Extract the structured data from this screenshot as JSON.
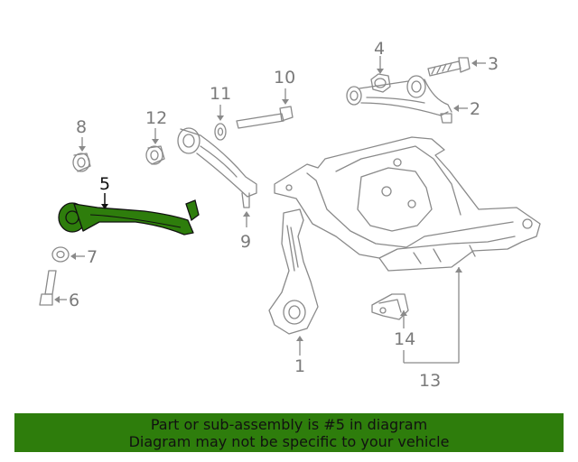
{
  "callouts": {
    "n1": "1",
    "n2": "2",
    "n3": "3",
    "n4": "4",
    "n5": "5",
    "n6": "6",
    "n7": "7",
    "n8": "8",
    "n9": "9",
    "n10": "10",
    "n11": "11",
    "n12": "12",
    "n13": "13",
    "n14": "14"
  },
  "highlight_color": "#2e7d0c",
  "banner": {
    "line1": "Part or sub-assembly is #5 in diagram",
    "line2": "Diagram may not be specific to your vehicle"
  }
}
